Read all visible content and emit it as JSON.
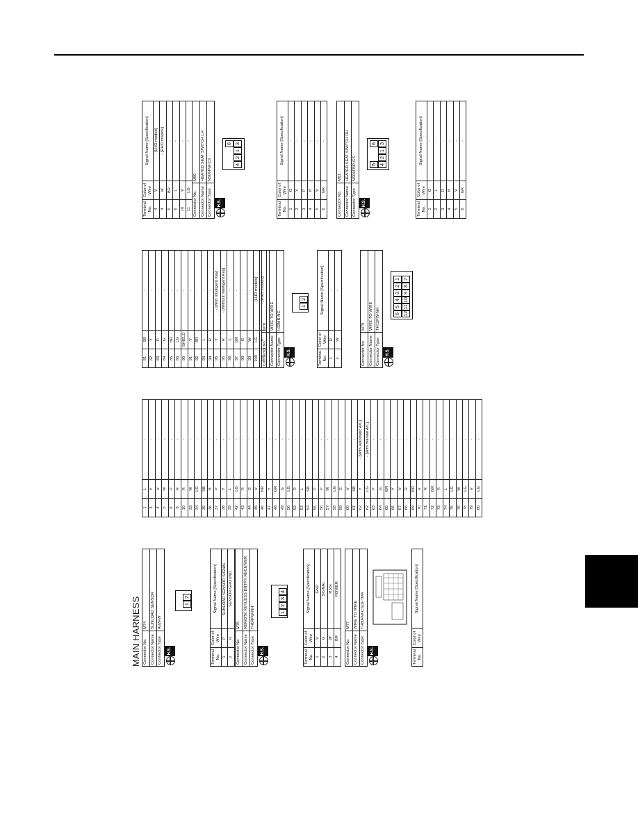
{
  "page_title": "MAIN HARNESS",
  "hs_badge": "H.S.",
  "labels": {
    "connector_no": "Connector No.",
    "connector_name": "Connector Name",
    "connector_type": "Connector Type",
    "terminal_no": "Terminal No.",
    "color_of_wire": "Color of Wire",
    "signal_name": "Signal Name [Specification]"
  },
  "m74": {
    "no": "M74",
    "name": "SUNLOAD SENSOR",
    "type": "A02FW",
    "rows": [
      {
        "t": "1",
        "c": "P",
        "s": "SUNLOAD SENSOR SIGNAL"
      },
      {
        "t": "2",
        "c": "R",
        "s": "SENSOR GROUND"
      }
    ],
    "pins": [
      "1",
      "2"
    ]
  },
  "m75": {
    "no": "M75",
    "name": "REMOTE KEYLESS ENTRY RECEIVER",
    "type": "TH04FW-NH",
    "rows": [
      {
        "t": "1",
        "c": "V",
        "s": "GND"
      },
      {
        "t": "2",
        "c": "G",
        "s": "SIGNAL"
      },
      {
        "t": "3",
        "c": "W",
        "s": "RSSI"
      },
      {
        "t": "4",
        "c": "BR",
        "s": "POWER"
      }
    ],
    "pins": [
      "1",
      "2",
      "3",
      "4"
    ]
  },
  "m77": {
    "no": "M77",
    "name": "WIRE TO WIRE",
    "type": "TH80FW-CS16-TM4",
    "rows_a": [
      {
        "t": "1",
        "c": "L",
        "s": "-"
      },
      {
        "t": "3",
        "c": "Y",
        "s": "-"
      },
      {
        "t": "4",
        "c": "V",
        "s": "-"
      },
      {
        "t": "5",
        "c": "W",
        "s": "-"
      },
      {
        "t": "6",
        "c": "P",
        "s": "-"
      },
      {
        "t": "9",
        "c": "R",
        "s": "-"
      },
      {
        "t": "10",
        "c": "R",
        "s": "-"
      },
      {
        "t": "33",
        "c": "W",
        "s": "-"
      },
      {
        "t": "34",
        "c": "LG",
        "s": "-"
      },
      {
        "t": "35",
        "c": "SB",
        "s": "-"
      },
      {
        "t": "36",
        "c": "B",
        "s": "-"
      },
      {
        "t": "37",
        "c": "P",
        "s": "-"
      },
      {
        "t": "38",
        "c": "Y",
        "s": "-"
      },
      {
        "t": "39",
        "c": "L",
        "s": "-"
      },
      {
        "t": "42",
        "c": "LG",
        "s": "-"
      },
      {
        "t": "43",
        "c": "R",
        "s": "-"
      },
      {
        "t": "44",
        "c": "G",
        "s": "-"
      },
      {
        "t": "45",
        "c": "V",
        "s": "-"
      },
      {
        "t": "46",
        "c": "BR",
        "s": "-"
      },
      {
        "t": "47",
        "c": "Y",
        "s": "-"
      },
      {
        "t": "48",
        "c": "GR",
        "s": "-"
      },
      {
        "t": "49",
        "c": "G",
        "s": "-"
      },
      {
        "t": "50",
        "c": "LG",
        "s": "-"
      },
      {
        "t": "52",
        "c": "R",
        "s": "-"
      },
      {
        "t": "53",
        "c": "L",
        "s": "-"
      },
      {
        "t": "54",
        "c": "SB",
        "s": "-"
      },
      {
        "t": "55",
        "c": "P",
        "s": "-"
      },
      {
        "t": "56",
        "c": "P",
        "s": "-"
      },
      {
        "t": "57",
        "c": "W",
        "s": "-"
      },
      {
        "t": "58",
        "c": "LG",
        "s": "-"
      },
      {
        "t": "59",
        "c": "G",
        "s": "-"
      },
      {
        "t": "60",
        "c": "V",
        "s": "-"
      },
      {
        "t": "61",
        "c": "SB",
        "s": "-"
      },
      {
        "t": "62",
        "c": "Y",
        "s": "- [With automatic A/C]"
      },
      {
        "t": "62",
        "c": "LG",
        "s": "- [With manual A/C]"
      },
      {
        "t": "63",
        "c": "P",
        "s": "-"
      },
      {
        "t": "64",
        "c": "G",
        "s": "-"
      },
      {
        "t": "65",
        "c": "GR",
        "s": "-"
      },
      {
        "t": "66",
        "c": "Y",
        "s": "-"
      },
      {
        "t": "67",
        "c": "V",
        "s": "-"
      },
      {
        "t": "68",
        "c": "R",
        "s": "-"
      },
      {
        "t": "69",
        "c": "BR",
        "s": "-"
      },
      {
        "t": "70",
        "c": "V",
        "s": "-"
      },
      {
        "t": "71",
        "c": "R",
        "s": "-"
      },
      {
        "t": "72",
        "c": "GR",
        "s": "-"
      },
      {
        "t": "73",
        "c": "R",
        "s": "-"
      },
      {
        "t": "74",
        "c": "L",
        "s": "-"
      },
      {
        "t": "75",
        "c": "LG",
        "s": "-"
      },
      {
        "t": "76",
        "c": "W",
        "s": "-"
      },
      {
        "t": "78",
        "c": "LG",
        "s": "-"
      },
      {
        "t": "79",
        "c": "V",
        "s": "-"
      },
      {
        "t": "80",
        "c": "LG",
        "s": "-"
      }
    ],
    "rows_b": [
      {
        "t": "81",
        "c": "SB",
        "s": "-"
      },
      {
        "t": "82",
        "c": "Y",
        "s": "-"
      },
      {
        "t": "83",
        "c": "P",
        "s": "-"
      },
      {
        "t": "84",
        "c": "G",
        "s": "-"
      },
      {
        "t": "85",
        "c": "BR",
        "s": "-"
      },
      {
        "t": "86",
        "c": "LG",
        "s": "-"
      },
      {
        "t": "90",
        "c": "SHIELD",
        "s": "-"
      },
      {
        "t": "91",
        "c": "Y",
        "s": "-"
      },
      {
        "t": "92",
        "c": "BR",
        "s": "-"
      },
      {
        "t": "93",
        "c": "L",
        "s": "-"
      },
      {
        "t": "94",
        "c": "R",
        "s": "-"
      },
      {
        "t": "95",
        "c": "Y",
        "s": "- [With Intelligent Key]"
      },
      {
        "t": "95",
        "c": "R",
        "s": "- [Without Intelligent Key]"
      },
      {
        "t": "96",
        "c": "L",
        "s": "-"
      },
      {
        "t": "97",
        "c": "GR",
        "s": "-"
      },
      {
        "t": "98",
        "c": "G",
        "s": "-"
      },
      {
        "t": "99",
        "c": "W",
        "s": "-"
      },
      {
        "t": "100",
        "c": "LG",
        "s": "- [LHD models]"
      },
      {
        "t": "100",
        "c": "P",
        "s": "- [RHD models]"
      }
    ]
  },
  "m78": {
    "no": "M78",
    "name": "WIRE TO WIRE",
    "type": "L02MB-NC",
    "rows": [
      {
        "t": "1",
        "c": "R",
        "s": "-"
      },
      {
        "t": "2",
        "c": "W",
        "s": "-"
      }
    ],
    "pins": [
      "1",
      "2"
    ]
  },
  "m79": {
    "no": "M79",
    "name": "WIRE TO WIRE",
    "type": "TH12FW-NH",
    "rows": [
      {
        "t": "4",
        "c": "V",
        "s": "- [LHD models]"
      },
      {
        "t": "4",
        "c": "W",
        "s": "- [RHD models]"
      },
      {
        "t": "5",
        "c": "BR",
        "s": "-"
      },
      {
        "t": "6",
        "c": "L",
        "s": "-"
      },
      {
        "t": "10",
        "c": "V",
        "s": "-"
      },
      {
        "t": "11",
        "c": "LG",
        "s": "-"
      }
    ],
    "pins_top": [
      "6",
      "5",
      "4",
      "3",
      "2",
      "1"
    ],
    "pins_bot": [
      "12",
      "11",
      "10",
      "9",
      "8",
      "7"
    ]
  },
  "m80": {
    "no": "M80",
    "name": "HEATED SEAT SWITCH LH",
    "type": "NS06FW-CS",
    "rows": [
      {
        "t": "1",
        "c": "G",
        "s": "-"
      },
      {
        "t": "2",
        "c": "Y",
        "s": "-"
      },
      {
        "t": "3",
        "c": "P",
        "s": "-"
      },
      {
        "t": "4",
        "c": "B",
        "s": "-"
      },
      {
        "t": "5",
        "c": "V",
        "s": "-"
      },
      {
        "t": "6",
        "c": "GR",
        "s": "-"
      }
    ],
    "pins_top": [
      "4",
      "2",
      "1",
      "3"
    ],
    "pins_side": [
      "6"
    ]
  },
  "m81": {
    "no": "M81",
    "name": "HEATED SEAT SWITCH RH",
    "type": "NS06FBR-CS",
    "rows": [
      {
        "t": "1",
        "c": "G",
        "s": "-"
      },
      {
        "t": "2",
        "c": "L",
        "s": "-"
      },
      {
        "t": "3",
        "c": "R",
        "s": "-"
      },
      {
        "t": "4",
        "c": "B",
        "s": "-"
      },
      {
        "t": "5",
        "c": "V",
        "s": "-"
      },
      {
        "t": "6",
        "c": "GR",
        "s": "-"
      }
    ],
    "pins_top": [
      "4",
      "2",
      "1",
      "3"
    ],
    "pins_side": [
      "5",
      "6"
    ]
  }
}
